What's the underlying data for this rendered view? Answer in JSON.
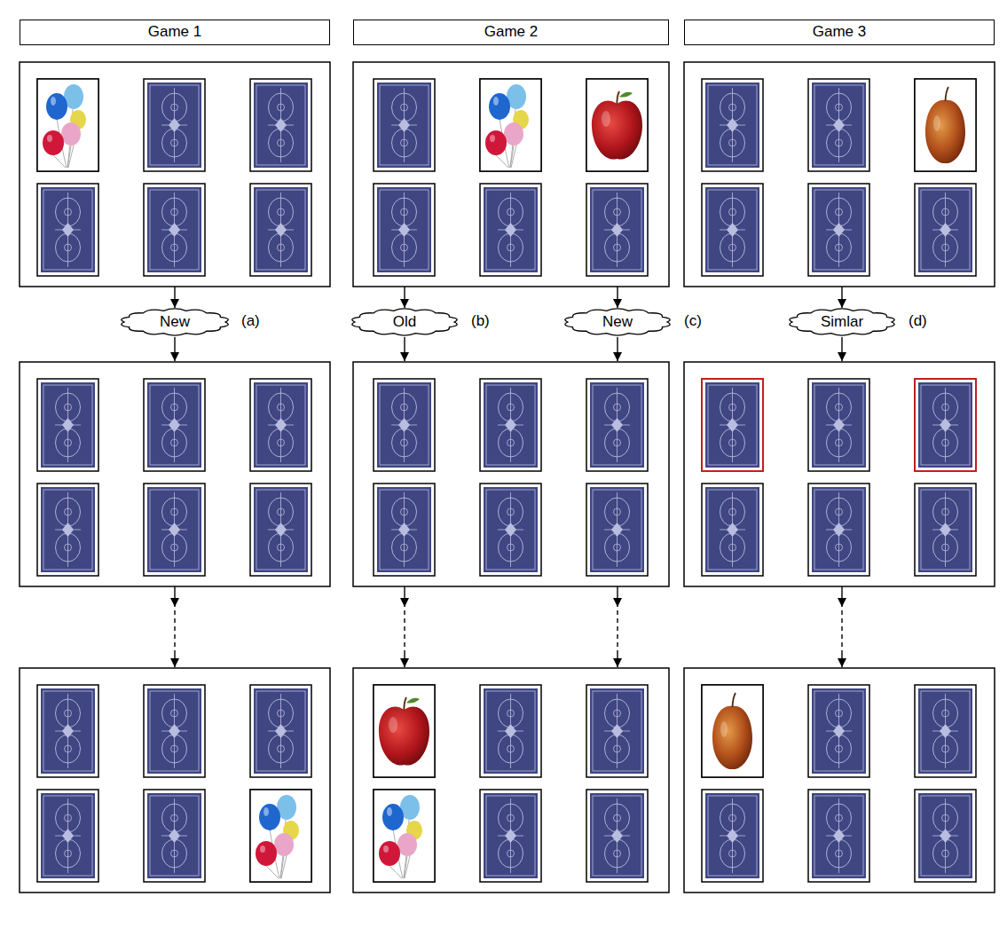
{
  "diagram": {
    "nodes": [
      {
        "text": [
          "Game 1"
        ]
      },
      {
        "text": [
          "Game 2"
        ]
      },
      {
        "text": [
          "Game 3"
        ]
      },
      {
        "text": [
          "New"
        ]
      },
      {
        "text": [
          "Old"
        ]
      },
      {
        "text": [
          "New"
        ]
      },
      {
        "text": [
          "Simlar"
        ]
      }
    ],
    "labels": [
      "(a)",
      "(b)",
      "(c)",
      "(d)"
    ]
  }
}
